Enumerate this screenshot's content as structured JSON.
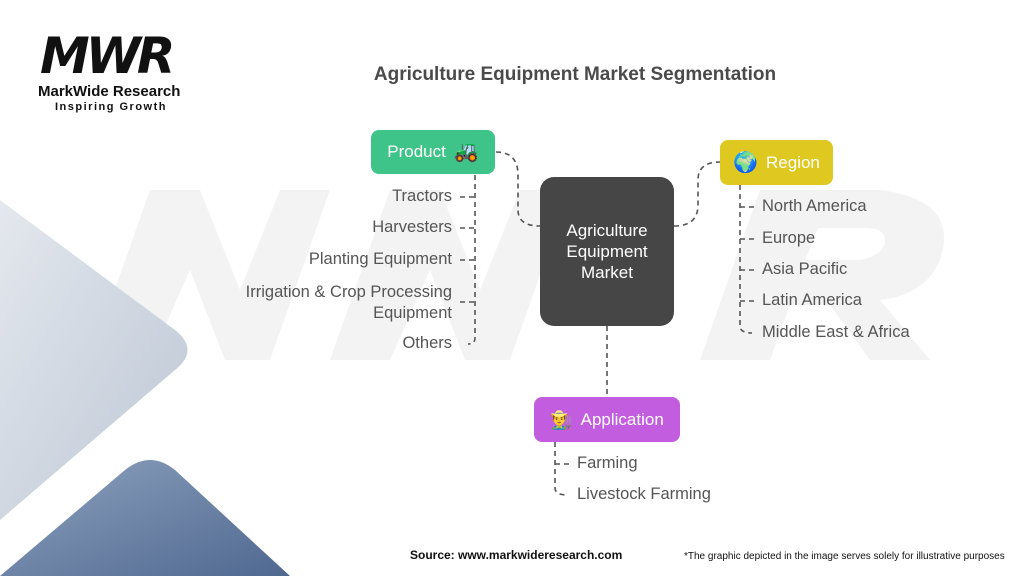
{
  "logo": {
    "mark": "MWR",
    "name": "MarkWide Research",
    "tagline": "Inspiring Growth"
  },
  "title": "Agriculture Equipment Market Segmentation",
  "center": {
    "line1": "Agriculture",
    "line2": "Equipment",
    "line3": "Market"
  },
  "product": {
    "label": "Product",
    "icon": "tractor-icon",
    "color": "#3ec488",
    "items": [
      "Tractors",
      "Harvesters",
      "Planting Equipment",
      "Irrigation & Crop Processing Equipment",
      "Others"
    ]
  },
  "region": {
    "label": "Region",
    "icon": "globe-icon",
    "color": "#dfc81f",
    "items": [
      "North America",
      "Europe",
      "Asia Pacific",
      "Latin America",
      "Middle East & Africa"
    ]
  },
  "application": {
    "label": "Application",
    "icon": "farmer-icon",
    "color": "#c35de0",
    "items": [
      "Farming",
      "Livestock Farming"
    ]
  },
  "footer": {
    "source": "Source: www.markwideresearch.com",
    "note": "*The graphic depicted in the image serves solely for illustrative purposes"
  }
}
